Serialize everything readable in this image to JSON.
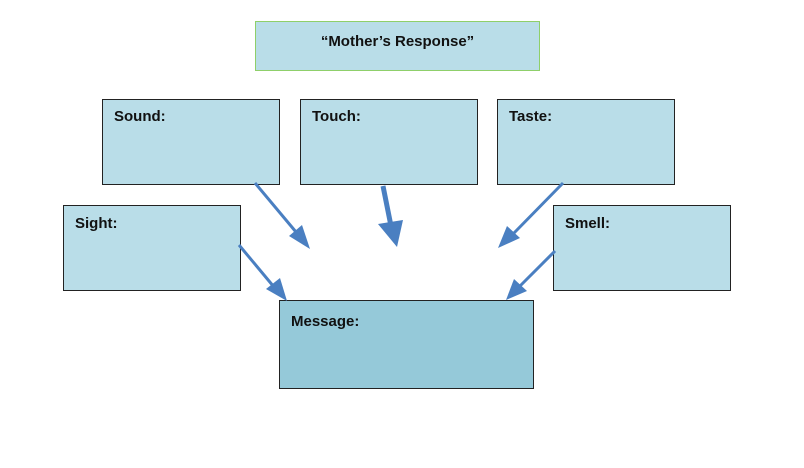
{
  "title": "“Mother’s Response”",
  "boxes": {
    "sound": "Sound:",
    "touch": "Touch:",
    "taste": "Taste:",
    "sight": "Sight:",
    "smell": "Smell:",
    "message": "Message:"
  },
  "colors": {
    "box_fill": "#b9dde8",
    "message_fill": "#95c9d9",
    "title_border": "#8fcf6a",
    "arrow": "#4a7fc1"
  }
}
